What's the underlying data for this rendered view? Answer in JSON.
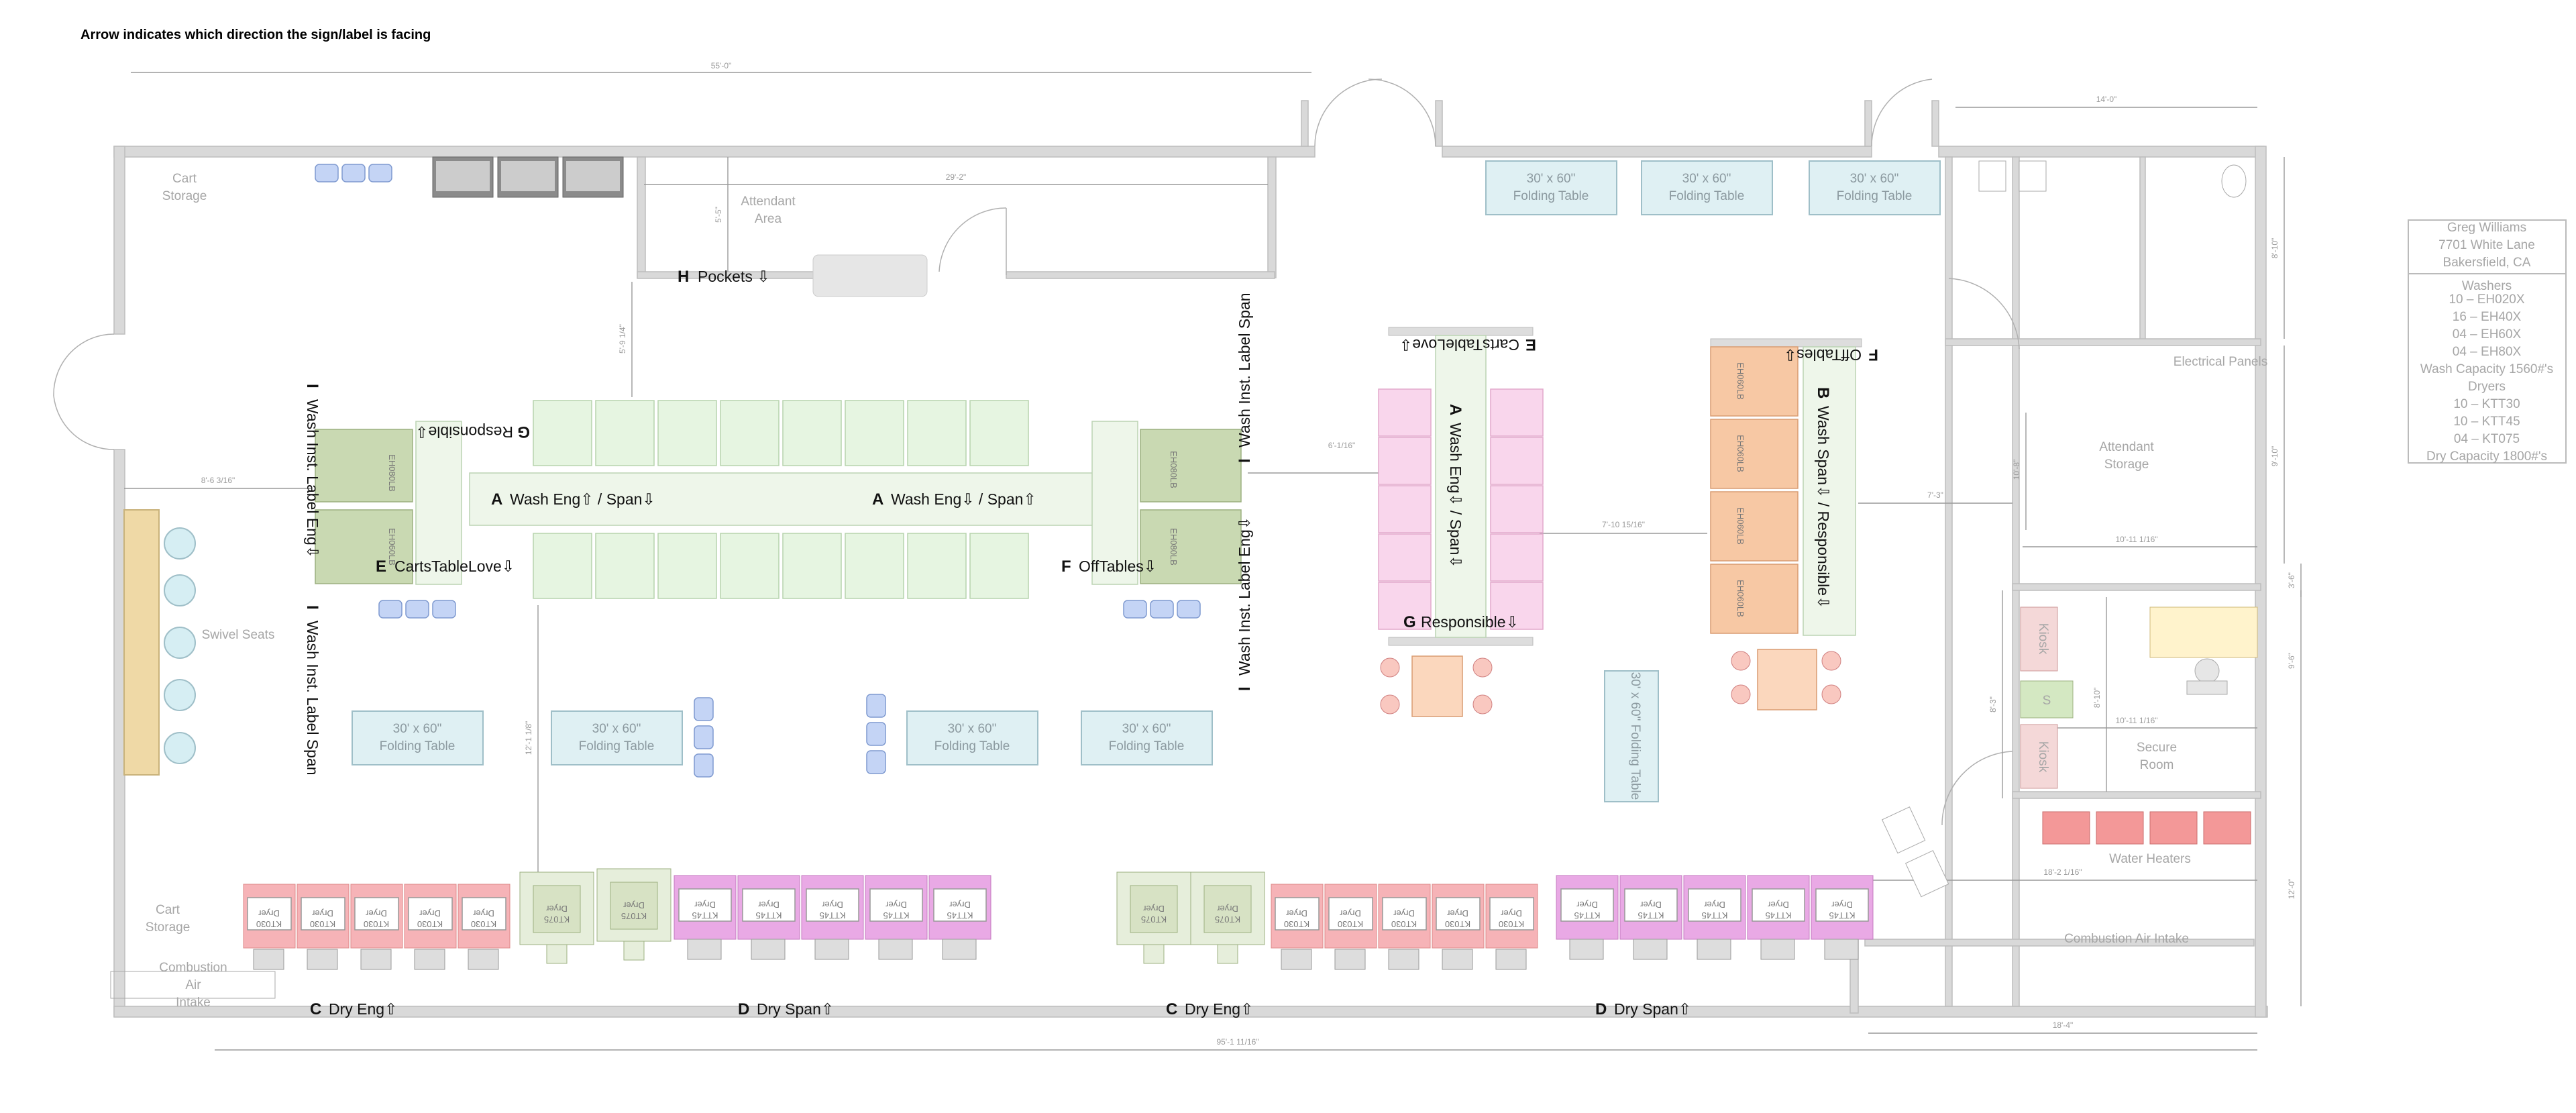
{
  "title": "Arrow indicates which direction the sign/label is facing",
  "info_box": {
    "address_lines": [
      "Greg Williams",
      "7701 White Lane",
      "Bakersfield, CA"
    ],
    "equipment_lines": [
      "Washers",
      "10 – EH020X",
      "16 – EH40X",
      "04 – EH60X",
      "04 – EH80X",
      "Wash Capacity 1560#'s",
      "Dryers",
      "10 – KTT30",
      "10 – KTT45",
      "04 – KT075",
      "Dry Capacity 1800#'s"
    ]
  },
  "room_labels": {
    "cart_storage": "Cart",
    "cart_storage_2": "Storage",
    "attendant_area_1": "Attendant",
    "attendant_area_2": "Area",
    "swivel_seats": "Swivel Seats",
    "attendant_storage_1": "Attendant",
    "attendant_storage_2": "Storage",
    "electrical_panels": "Electrical Panels",
    "secure_room_1": "Secure",
    "secure_room_2": "Room",
    "water_heaters": "Water Heaters",
    "combustion_air_intake": "Combustion Air Intake",
    "combustion_1": "Combustion",
    "combustion_2": "Air",
    "combustion_3": "Intake",
    "kiosk": "Kiosk",
    "safe": "S"
  },
  "tables": {
    "line1": "30' x 60\"",
    "line2": "Folding Table",
    "vertical": "30' x 60\" Folding Table"
  },
  "signs": {
    "h_letter": "H",
    "h_text": "Pockets ⇩",
    "a_letter": "A",
    "a1_text": "Wash Eng⇧ / Span⇩",
    "a2_text": "Wash Eng⇩ / Span⇧",
    "g_letter": "G",
    "g_text": "Responsible⇩",
    "e_letter": "E",
    "e_text": "CartsTableLove⇩",
    "f_letter": "F",
    "f_text": "OffTables⇩",
    "i_letter": "I",
    "i_text": "Wash Inst. Label Eng⇩",
    "i_text_2": "Wash Inst. Label Span",
    "c_letter": "C",
    "c_text": "Dry Eng⇧",
    "d_letter": "D",
    "d_text": "Dry Span⇧",
    "b_letter": "B",
    "b_text": "Wash Span⇩ / Responsible⇩",
    "a3_text": "Wash Eng⇩ / Span⇩"
  },
  "machines": {
    "dryer_word": "Dryer",
    "kt030": "KT030",
    "ktt45": "KTT45",
    "kt075": "KT075",
    "eh060lb": "EH060LB",
    "eh080lb": "EH080LB"
  },
  "dimensions": {
    "d_55": "55'-0\"",
    "d_29": "29'-2\"",
    "d_14": "14'-0\"",
    "d_8_6": "8'-6 3/16\"",
    "d_6_1": "6'-1/16\"",
    "d_7_10": "7'-10 15/16\"",
    "d_7_3": "7'-3\"",
    "d_10_11": "10'-11 1/16\"",
    "d_18_2": "18'-2 1/16\"",
    "d_18_4": "18'-4\"",
    "d_95": "95'-1 11/16\"",
    "d_5_5": "5'-5\"",
    "d_5_9": "5'-9 1/4\"",
    "d_12_1": "12'-1 1/8\"",
    "d_8_10": "8'-10\"",
    "d_9_10": "9'-10\"",
    "d_9_6": "9'-6\"",
    "d_8_3": "8'-3\"",
    "d_12_0": "12'-0\"",
    "d_3_6": "3'-6\"",
    "d_10_8": "10'-8\""
  },
  "colors": {
    "folding_table": "#dff0f3",
    "washer_large": "#c9d9b2",
    "washer_small": "#e6f5e1",
    "pink_washer": "#f9d6ec",
    "orange_washer": "#f7c8a4",
    "dryer_pink": "#f6b3b7",
    "dryer_magenta": "#e9a9e5",
    "water_heater": "#f39898",
    "chair": "#c4d4f5",
    "bench": "#efd9a6"
  }
}
